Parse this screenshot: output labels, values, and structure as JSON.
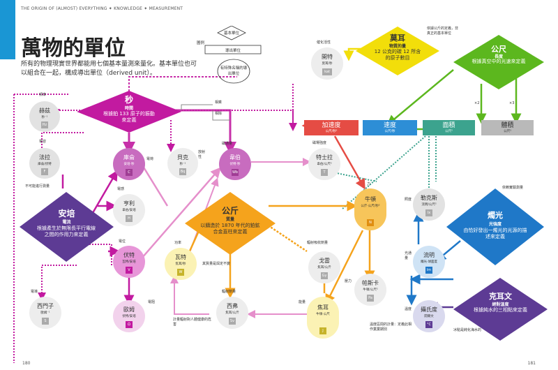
{
  "header": {
    "breadcrumb": "THE ORIGIN OF (ALMOST) EVERYTHING ✦ KNOWLEDGE ✦ MEASUREMENT",
    "title": "萬物的單位",
    "intro": "所有的物理現實世界都能用七個基本量測來量化。基本單位也可以組合在一起，構成導出單位（derived unit）。"
  },
  "legend": {
    "label": "圖例",
    "base": "基本單位",
    "derived": "導出單位",
    "named": "有特殊名稱的導出單位"
  },
  "base_units": {
    "second": {
      "name": "秒",
      "quantity": "時間",
      "desc": "根據鉑 133 原子的振動來定義"
    },
    "mole": {
      "name": "莫耳",
      "quantity": "物質的量",
      "desc": "12 公克的碳 12 所含的原子數目"
    },
    "metre": {
      "name": "公尺",
      "quantity": "長度",
      "desc": "根據真空中的光速來定義"
    },
    "ampere": {
      "name": "安培",
      "quantity": "電流",
      "desc": "根據產生於無限長平行電線之間的作用力來定義"
    },
    "kilogram": {
      "name": "公斤",
      "quantity": "質量",
      "desc": "以鑄造於 1870 年代的鉑鉱合金直柱來定義"
    },
    "candela": {
      "name": "燭光",
      "quantity": "光強度",
      "desc": "由恰好發出一燭光的光源的描述來定義"
    },
    "kelvin": {
      "name": "克耳文",
      "quantity": "絕對溫度",
      "desc": "根據純水的三相點來定義"
    }
  },
  "derived_units": [
    {
      "key": "acceleration",
      "name": "加速度",
      "sym": "公尺/秒²"
    },
    {
      "key": "velocity",
      "name": "速度",
      "sym": "公尺/秒"
    },
    {
      "key": "area",
      "name": "面積",
      "sym": "公尺²"
    },
    {
      "key": "volume",
      "name": "體積",
      "sym": "公尺³"
    }
  ],
  "named_units": [
    {
      "key": "hertz",
      "name": "赫茲",
      "sym": "秒⁻¹",
      "box": "Hz",
      "qty": "頻率"
    },
    {
      "key": "farad",
      "name": "法拉",
      "sym": "庫侖/伏特",
      "box": "F",
      "qty": "電容"
    },
    {
      "key": "coulomb",
      "name": "庫侖",
      "sym": "安培·秒",
      "box": "C",
      "qty": "電荷"
    },
    {
      "key": "becquerel",
      "name": "貝克",
      "sym": "秒⁻¹",
      "box": "Bq",
      "qty": "放射性"
    },
    {
      "key": "weber",
      "name": "韋伯",
      "sym": "伏特·秒",
      "box": "Wb",
      "qty": "磁通量"
    },
    {
      "key": "tesla",
      "name": "特士拉",
      "sym": "韋伯/公尺²",
      "box": "T",
      "qty": "磁場強度"
    },
    {
      "key": "katal",
      "name": "開特",
      "sym": "莫耳/秒",
      "box": "kat",
      "qty": "催化活性"
    },
    {
      "key": "henry",
      "name": "亨利",
      "sym": "韋伯/安培",
      "box": "H",
      "qty": "電感"
    },
    {
      "key": "newton",
      "name": "牛頓",
      "sym": "公斤·公尺/秒²",
      "box": "N",
      "qty": "力"
    },
    {
      "key": "lux",
      "name": "勒克斯",
      "sym": "流明/公尺²",
      "box": "lx",
      "qty": "照度"
    },
    {
      "key": "volt",
      "name": "伏特",
      "sym": "瓦特/安培",
      "box": "V",
      "qty": "電位"
    },
    {
      "key": "watt",
      "name": "瓦特",
      "sym": "焦耳/秒",
      "box": "W",
      "qty": "功率"
    },
    {
      "key": "gray",
      "name": "戈雷",
      "sym": "焦耳/公斤",
      "box": "Gy",
      "qty": "輻射吸收劑量"
    },
    {
      "key": "pascal",
      "name": "帕斯卡",
      "sym": "牛頓/公尺²",
      "box": "Pa",
      "qty": "壓力"
    },
    {
      "key": "lumen",
      "name": "流明",
      "sym": "燭光·球面度",
      "box": "lm",
      "qty": "光通量"
    },
    {
      "key": "siemens",
      "name": "西門子",
      "sym": "歐姆⁻¹",
      "box": "S",
      "qty": "電導"
    },
    {
      "key": "ohm",
      "name": "歐姆",
      "sym": "伏特/安培",
      "box": "Ω",
      "qty": "電阻"
    },
    {
      "key": "sievert",
      "name": "西弗",
      "sym": "焦耳/公斤",
      "box": "Sv",
      "qty": "輻射劑量"
    },
    {
      "key": "joule",
      "name": "焦耳",
      "sym": "牛頓·公尺",
      "box": "J",
      "qty": "能量"
    },
    {
      "key": "celsius",
      "name": "攝氏度",
      "sym": "開爾文",
      "box": "°C",
      "qty": "溫度"
    }
  ],
  "annotations": {
    "mole_note": "依據公斤的定義，非真正的基本單位",
    "candela_note": "依賴實驗測量",
    "celsius_note": "冰點是純化海水的",
    "sievert_note": "計量輻射對人體健康的危害",
    "volt_note": "其質量是與定不變",
    "farad_note": "不可能進行測量",
    "celsius_note2": "溫度區間的計量：定義此相作業業期別",
    "multiply": "相乘",
    "divide": "相除",
    "x2": "×2",
    "x3": "×3"
  },
  "pages": {
    "left": "180",
    "right": "181"
  },
  "colors": {
    "magenta": "#c21aa0",
    "yellow": "#f2de0a",
    "green": "#5cb71e",
    "purple": "#5d3b94",
    "orange": "#f5a31c",
    "darkblue": "#1f78c8",
    "red": "#e54c44",
    "teal": "#3ca38e",
    "gray": "#b9b9b9"
  }
}
